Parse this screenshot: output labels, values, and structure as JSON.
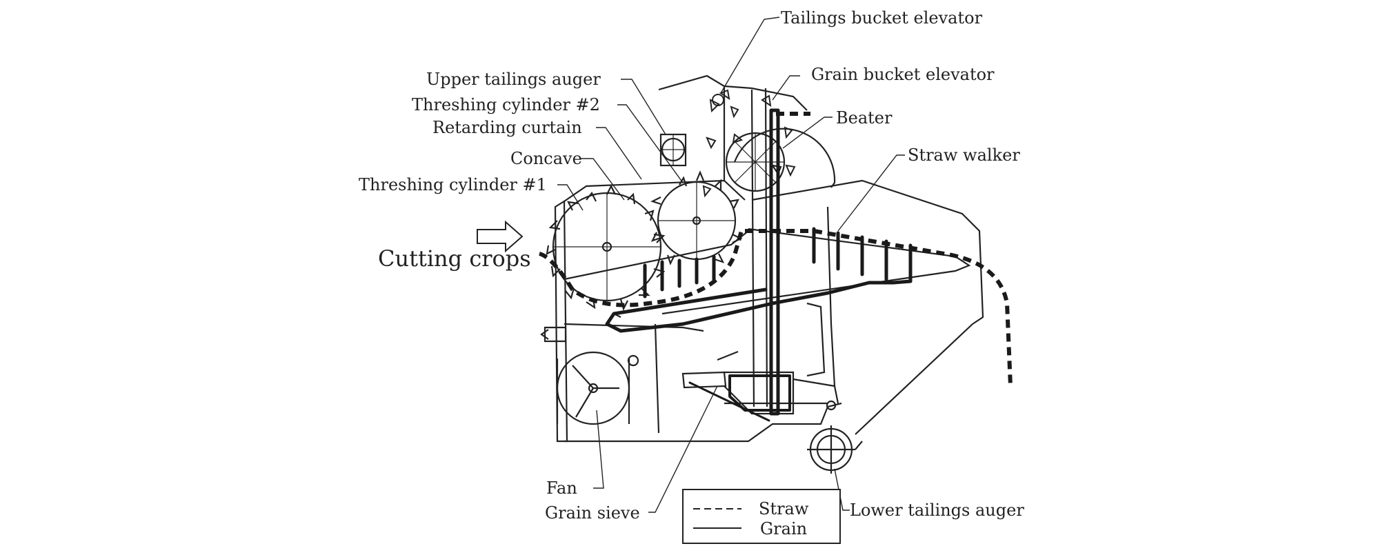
{
  "labels": {
    "tailings_bucket_elevator": "Tailings bucket elevator",
    "upper_tailings_auger": "Upper tailings auger",
    "grain_bucket_elevator": "Grain bucket elevator",
    "threshing_cylinder_2": "Threshing cylinder #2",
    "beater": "Beater",
    "retarding_curtain": "Retarding curtain",
    "straw_walker": "Straw walker",
    "concave": "Concave",
    "threshing_cylinder_1": "Threshing cylinder #1",
    "cutting_crops": "Cutting crops",
    "fan": "Fan",
    "grain_sieve": "Grain sieve",
    "lower_tailings_auger": "Lower tailings auger"
  },
  "legend": {
    "straw": "Straw",
    "grain": "Grain"
  }
}
